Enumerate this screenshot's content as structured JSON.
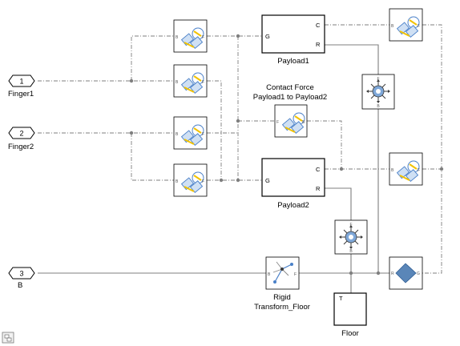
{
  "diagram": {
    "ports": [
      {
        "id": "finger1",
        "number": "1",
        "label": "Finger1"
      },
      {
        "id": "finger2",
        "number": "2",
        "label": "Finger2"
      },
      {
        "id": "b",
        "number": "3",
        "label": "B"
      }
    ],
    "solids": [
      {
        "id": "payload1",
        "label": "Payload1",
        "port_g": "G",
        "port_c": "C",
        "port_r": "R"
      },
      {
        "id": "payload2",
        "label": "Payload2",
        "port_g": "G",
        "port_c": "C",
        "port_r": "R"
      }
    ],
    "contact_force_label_line1": "Contact Force",
    "contact_force_label_line2": "Payload1 to Payload2",
    "rigid_transform_label_line1": "Rigid",
    "rigid_transform_label_line2": "Transform_Floor",
    "floor": {
      "label": "Floor",
      "port": "T"
    },
    "force_port_labels": {
      "base": "B",
      "follower": "F"
    },
    "transform_port_labels": {
      "base": "B",
      "follower": "F"
    },
    "weld_port_labels": {
      "base": "R",
      "follower": "G"
    },
    "sensor_port_labels": {
      "base": "B",
      "follower": "F"
    },
    "colors": {
      "wire": "#7f7f7f",
      "block_border": "#000000",
      "icon_blue": "#4a80c8",
      "icon_yellow": "#f2c200",
      "icon_dark": "#3a3a3a",
      "weld_fill": "#5a86b8"
    },
    "icons": {
      "spatial_contact_force": "spatial-contact-force-icon",
      "transform_sensor": "transform-sensor-icon",
      "rigid_transform": "rigid-transform-icon",
      "weld_joint": "weld-joint-icon",
      "model_browser": "model-browser-icon"
    }
  }
}
